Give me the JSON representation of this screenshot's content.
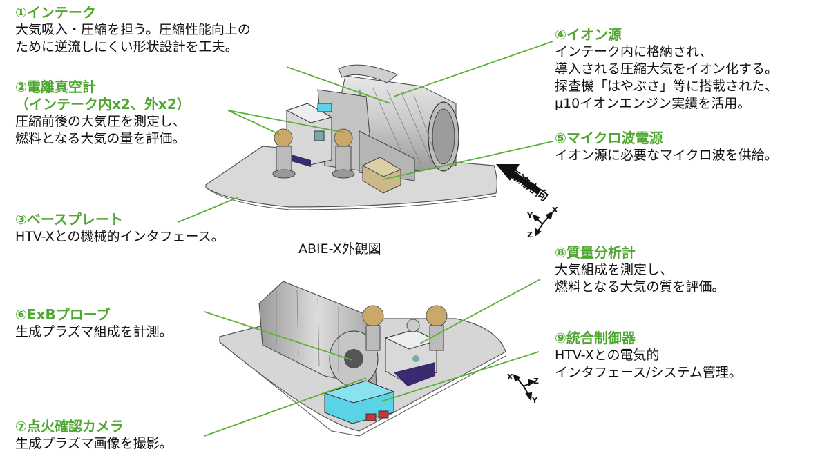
{
  "labels": {
    "intake": {
      "head": "①インテーク",
      "lines": [
        "大気吸入・圧縮を担う。圧縮性能向上の",
        "ために逆流しにくい形状設計を工夫。"
      ]
    },
    "gauge": {
      "head": "②電離真空計",
      "head2": "（インテーク内x2、外x2）",
      "lines": [
        "圧縮前後の大気圧を測定し、",
        "燃料となる大気の量を評価。"
      ]
    },
    "baseplate": {
      "head": "③ベースプレート",
      "lines": [
        "HTV-Xとの機械的インタフェース。"
      ]
    },
    "ion_source": {
      "head": "④イオン源",
      "lines": [
        "インテーク内に格納され、",
        "導入される圧縮大気をイオン化する。",
        "探査機「はやぶさ」等に搭載された、",
        "μ10イオンエンジン実績を活用。"
      ]
    },
    "microwave": {
      "head": "⑤マイクロ波電源",
      "lines": [
        "イオン源に必要なマイクロ波を供給。"
      ]
    },
    "exb": {
      "head": "⑥ExBプローブ",
      "lines": [
        "生成プラズマ組成を計測。"
      ]
    },
    "camera": {
      "head": "⑦点火確認カメラ",
      "lines": [
        "生成プラズマ画像を撮影。"
      ]
    },
    "mass_spec": {
      "head": "⑧質量分析計",
      "lines": [
        "大気組成を測定し、",
        "燃料となる大気の質を評価。"
      ]
    },
    "controller": {
      "head": "⑨統合制御器",
      "lines": [
        "HTV-Xとの電気的",
        "インタフェース/システム管理。"
      ]
    }
  },
  "caption": "ABIE-X外観図",
  "flow_label": "気流方向",
  "axes_top": {
    "x": "X",
    "y": "Y",
    "z": "Z"
  },
  "axes_bottom": {
    "x": "X",
    "y": "Y",
    "z": "Z"
  },
  "colors": {
    "accent": "#4ea72e",
    "text": "#111111",
    "leader": "#5db13a"
  }
}
